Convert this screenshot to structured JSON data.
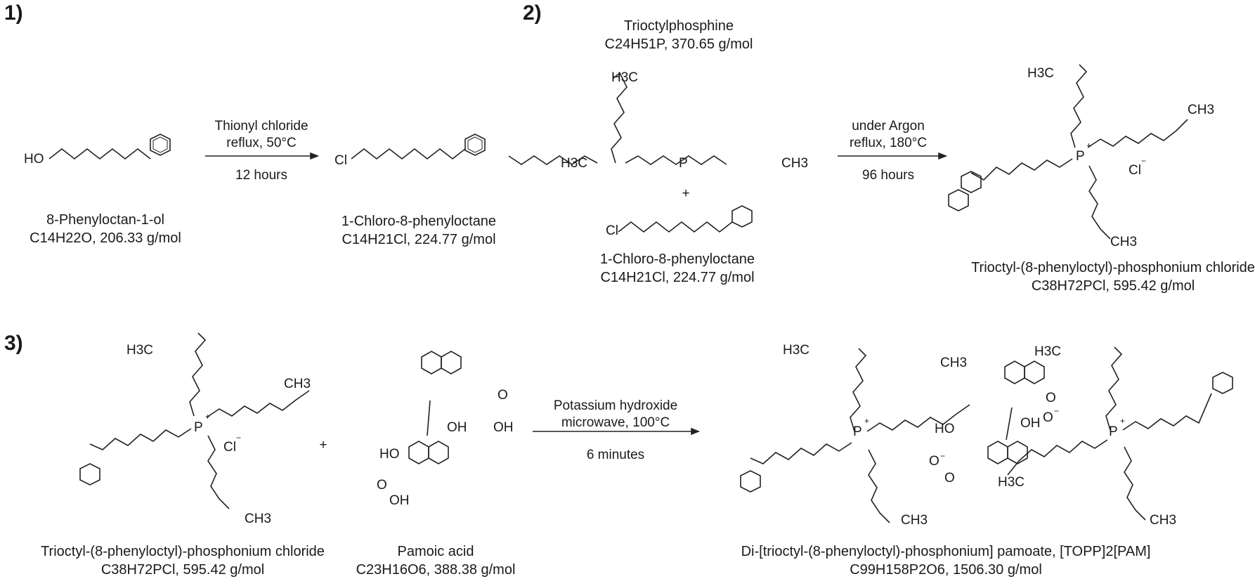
{
  "steps": {
    "one": "1)",
    "two": "2)",
    "three": "3)"
  },
  "reaction1": {
    "conditions": [
      "Thionyl chloride",
      "reflux, 50°C",
      "12 hours"
    ],
    "reactant": {
      "name": "8-Phenyloctan-1-ol",
      "formula": "C14H22O, 206.33 g/mol"
    },
    "product": {
      "name": "1-Chloro-8-phenyloctane",
      "formula": "C14H21Cl, 224.77 g/mol"
    }
  },
  "reaction2": {
    "conditions": [
      "under Argon",
      "reflux, 180°C",
      "96 hours"
    ],
    "reactant1": {
      "name": "Trioctylphosphine",
      "formula": "C24H51P, 370.65 g/mol"
    },
    "plus": "+",
    "reactant2": {
      "name": "1-Chloro-8-phenyloctane",
      "formula": "C14H21Cl, 224.77 g/mol"
    },
    "product": {
      "name": "Trioctyl-(8-phenyloctyl)-phosphonium chloride",
      "formula": "C38H72PCl, 595.42 g/mol"
    }
  },
  "reaction3": {
    "conditions": [
      "Potassium hydroxide",
      "microwave, 100°C",
      "6 minutes"
    ],
    "reactant1": {
      "name": "Trioctyl-(8-phenyloctyl)-phosphonium chloride",
      "formula": "C38H72PCl, 595.42 g/mol"
    },
    "plus": "+",
    "reactant2": {
      "name": "Pamoic acid",
      "formula": "C23H16O6, 388.38 g/mol"
    },
    "product": {
      "name": "Di-[trioctyl-(8-phenyloctyl)-phosphonium] pamoate, [TOPP]2[PAM]",
      "formula": "C99H158P2O6, 1506.30 g/mol"
    }
  },
  "atoms": {
    "HO": "HO",
    "Cl": "Cl",
    "H3C": "H3C",
    "CH3": "CH3",
    "P": "P",
    "OH": "OH",
    "O": "O",
    "plus_charge": "+",
    "minus_charge": "−"
  }
}
